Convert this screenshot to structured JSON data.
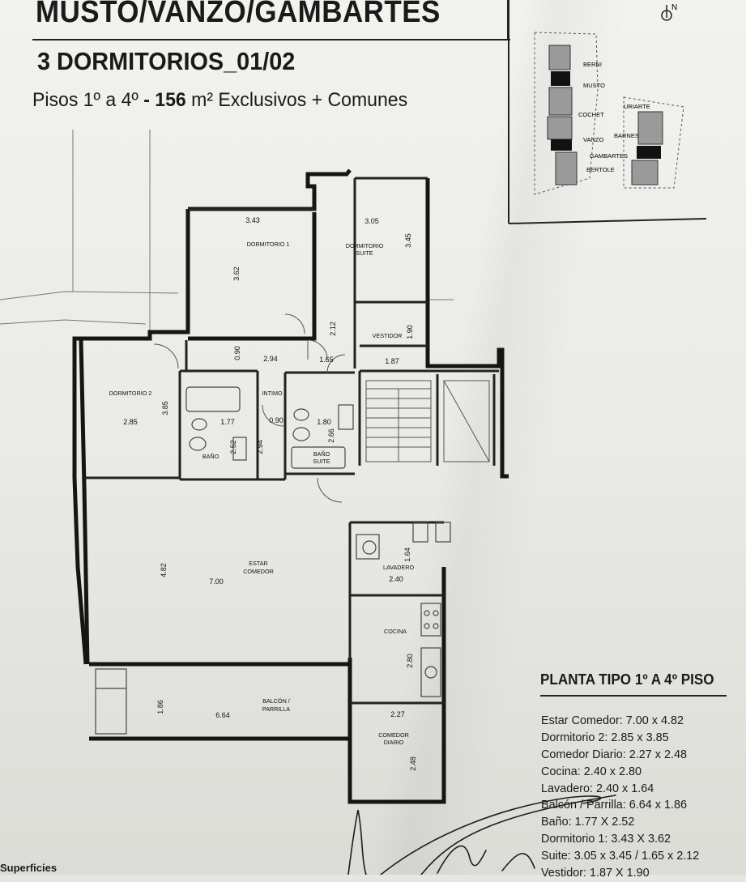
{
  "header": {
    "title": "MUSTO/VANZO/GAMBARTES",
    "subtitle": "3 DORMITORIOS_01/02",
    "floors_prefix": "Pisos 1º a 4º",
    "dash": "-",
    "area_value": "156",
    "area_suffix": "m² Exclusivos + Comunes"
  },
  "site_plan": {
    "north_label": "N",
    "labels": [
      "BERNI",
      "MUSTO",
      "COCHET",
      "VANZO",
      "GAMBARTES",
      "BERTOLE",
      "URIARTE",
      "BARNES"
    ]
  },
  "rooms": {
    "dorm1": "DORMITORIO 1",
    "suite_a": "DORMITORIO",
    "suite_b": "SUITE",
    "vestidor": "VESTIDOR",
    "dorm2": "DORMITORIO 2",
    "intimo": "INTIMO",
    "bano": "BAÑO",
    "bano_suite_a": "BAÑO",
    "bano_suite_b": "SUITE",
    "estar_a": "ESTAR",
    "estar_b": "COMEDOR",
    "lavadero": "LAVADERO",
    "cocina": "COCINA",
    "balcon_a": "BALCÓN /",
    "balcon_b": "PARRILLA",
    "comedor_a": "COMEDOR",
    "comedor_b": "DIARIO"
  },
  "dims": {
    "d343": "3.43",
    "d362": "3.62",
    "d305": "3.05",
    "d345": "3.45",
    "d212": "2.12",
    "d190": "1.90",
    "d187": "1.87",
    "d090a": "0.90",
    "d294a": "2.94",
    "d165": "1.65",
    "d285": "2.85",
    "d385": "3.85",
    "d177": "1.77",
    "d090b": "0.90",
    "d180": "1.80",
    "d266": "2.66",
    "d252": "2.52",
    "d294b": "2.94",
    "d482": "4.82",
    "d700": "7.00",
    "d164": "1.64",
    "d240": "2.40",
    "d280": "2.80",
    "d186": "1.86",
    "d664": "6.64",
    "d227": "2.27",
    "d248": "2.48"
  },
  "legend": {
    "title": "PLANTA TIPO 1º A 4º PISO",
    "items": [
      "Estar Comedor: 7.00 x 4.82",
      "Dormitorio 2:  2.85 x 3.85",
      "Comedor Diario:  2.27 x 2.48",
      "Cocina:  2.40 x 2.80",
      "Lavadero:  2.40 x 1.64",
      "Balcón / Parrilla: 6.64 x 1.86",
      "Baño:  1.77 X 2.52",
      "Dormitorio 1:  3.43 X 3.62",
      "Suite:  3.05 x 3.45 / 1.65 x 2.12",
      "Vestidor:  1.87 X 1.90"
    ]
  },
  "footer": {
    "superficies": "Superficies"
  }
}
